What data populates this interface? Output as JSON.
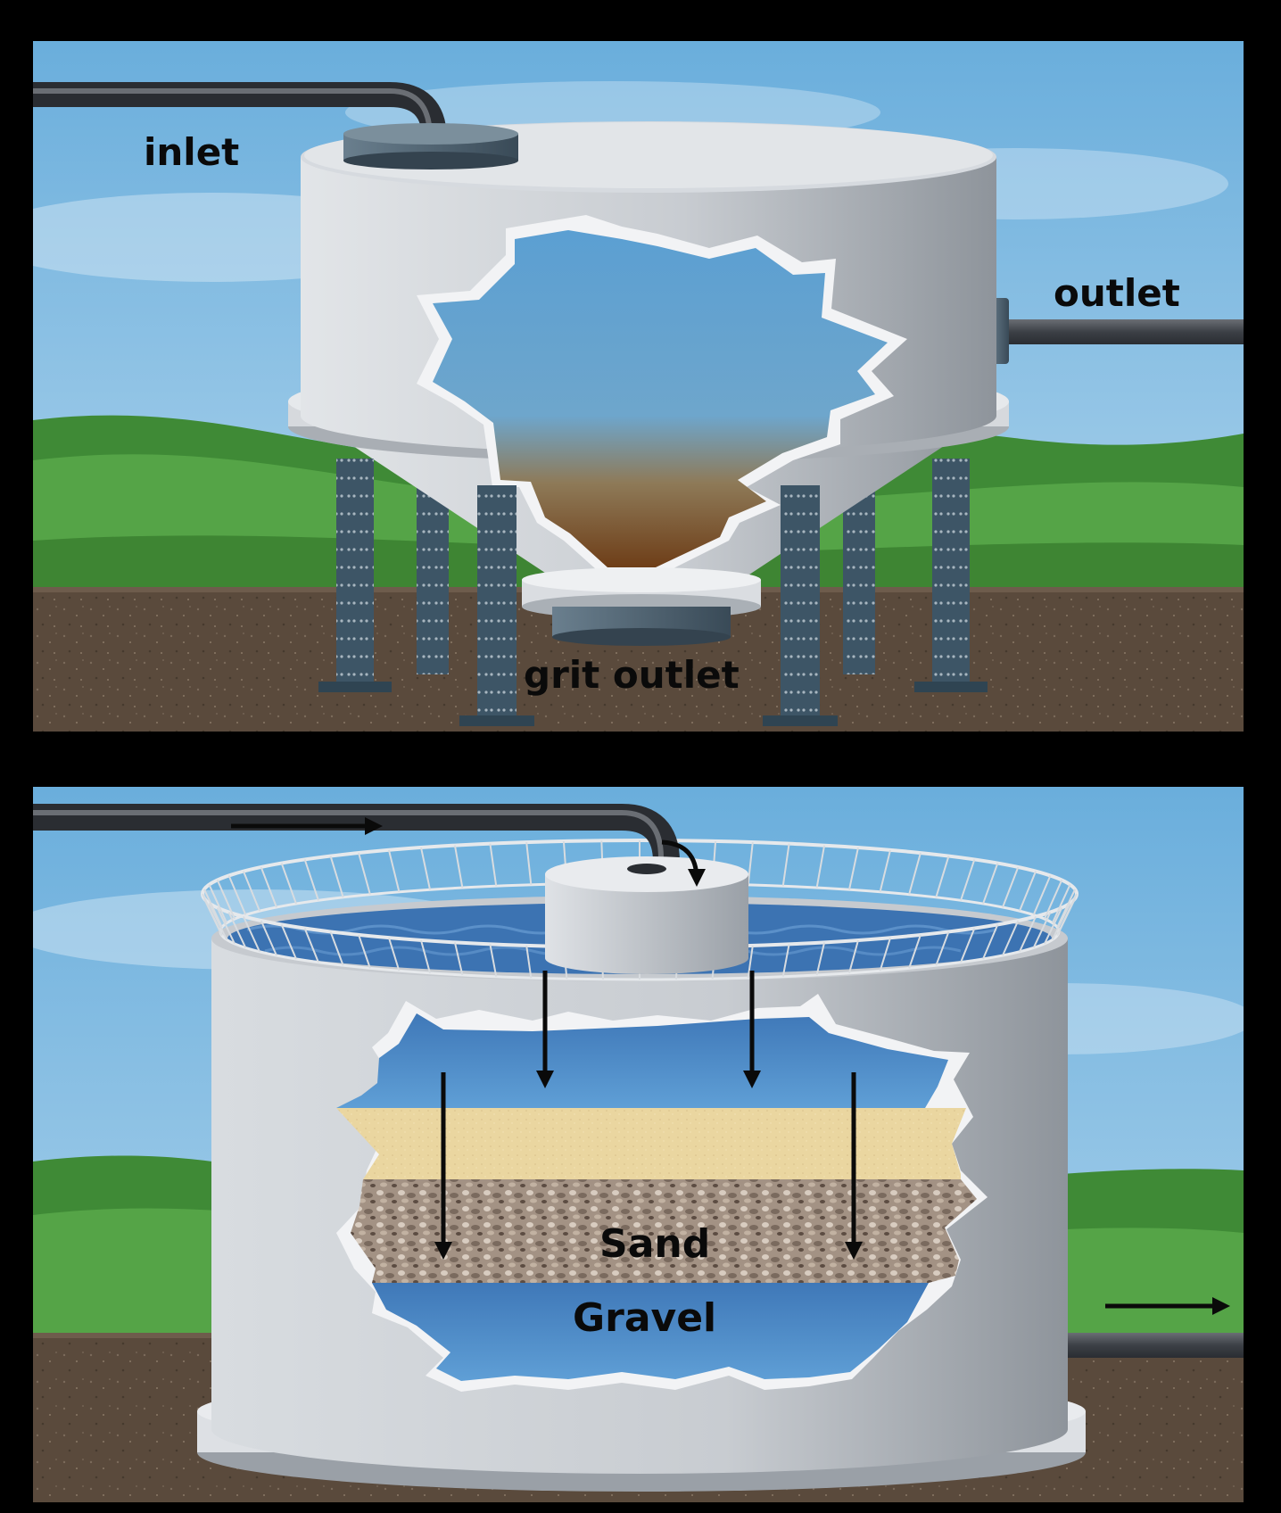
{
  "top_panel": {
    "labels": {
      "inlet": "inlet",
      "outlet": "outlet",
      "grit_outlet": "grit outlet"
    }
  },
  "bottom_panel": {
    "labels": {
      "sand": "Sand",
      "gravel": "Gravel"
    }
  },
  "colors": {
    "sky": "#7fb8e0",
    "grass": "#4f9a3e",
    "ground": "#5a4a3c",
    "tank": "#c9cdd2",
    "water": "#5a9ed0",
    "sand": "#ead6a0",
    "gravel": "#a08e80",
    "sediment": "#7a4a20",
    "steel": "#3d5566"
  }
}
